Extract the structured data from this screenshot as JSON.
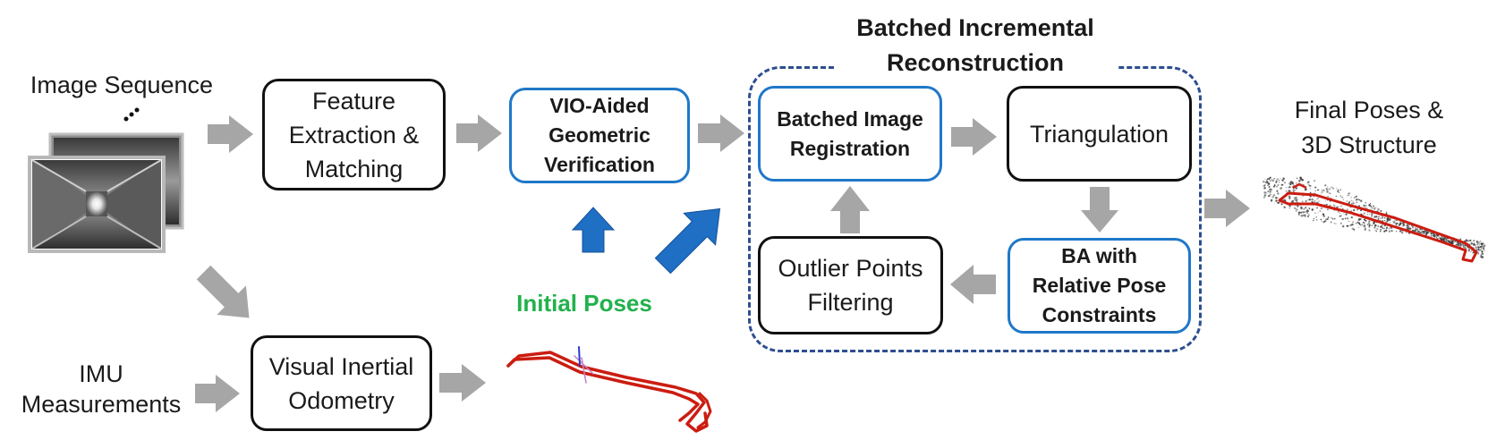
{
  "inputs": {
    "image_sequence": "Image Sequence",
    "imu_line1": "IMU",
    "imu_line2": "Measurements"
  },
  "boxes": {
    "feature": "Feature\nExtraction &\nMatching",
    "vio_verification": "VIO-Aided\nGeometric\nVerification",
    "vio_odometry": "Visual Inertial\nOdometry",
    "registration": "Batched Image\nRegistration",
    "triangulation": "Triangulation",
    "ba": "BA with\nRelative Pose\nConstraints",
    "outlier": "Outlier Points\nFiltering"
  },
  "group": {
    "title_line1": "Batched Incremental",
    "title_line2": "Reconstruction"
  },
  "initial_poses": "Initial Poses",
  "output": {
    "line1": "Final Poses &",
    "line2": "3D Structure"
  },
  "colors": {
    "arrow_gray": "#a6a6a6",
    "arrow_blue": "#1f6fc4",
    "box_blue": "#1f78c8",
    "dashed_blue": "#2d4e8f",
    "initial_poses_green": "#22b14c",
    "trajectory_red": "#cc1c10"
  }
}
